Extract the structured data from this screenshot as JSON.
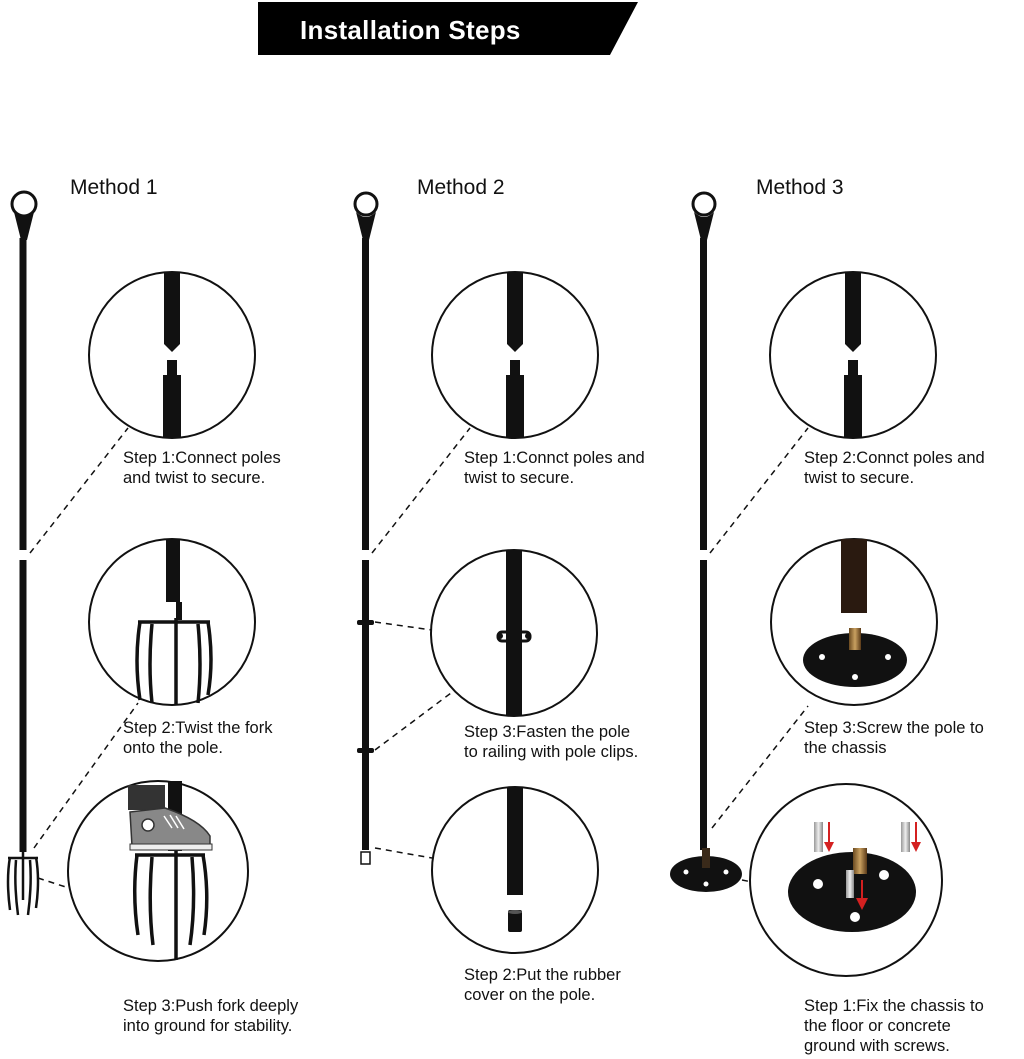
{
  "header": {
    "title": "Installation Steps"
  },
  "methods": [
    {
      "label": "Method 1",
      "steps": [
        {
          "text": "Step 1:Connect poles\nand twist to secure."
        },
        {
          "text": "Step 2:Twist the fork\nonto the pole."
        },
        {
          "text": "Step 3:Push fork deeply\ninto ground for stability."
        }
      ]
    },
    {
      "label": "Method 2",
      "steps": [
        {
          "text": "Step 1:Connct poles and\ntwist to secure."
        },
        {
          "text": "Step 3:Fasten the pole\nto railing with pole clips."
        },
        {
          "text": "Step 2:Put the rubber\ncover on the pole."
        }
      ]
    },
    {
      "label": "Method 3",
      "steps": [
        {
          "text": "Step 2:Connct poles and\ntwist to secure."
        },
        {
          "text": "Step 3:Screw the pole to\nthe chassis"
        },
        {
          "text": "Step 1:Fix the chassis to\n the floor or concrete\nground with screws."
        }
      ]
    }
  ],
  "colors": {
    "pole": "#111111",
    "banner": "#000000",
    "arrow": "#d42020",
    "background": "#ffffff"
  }
}
